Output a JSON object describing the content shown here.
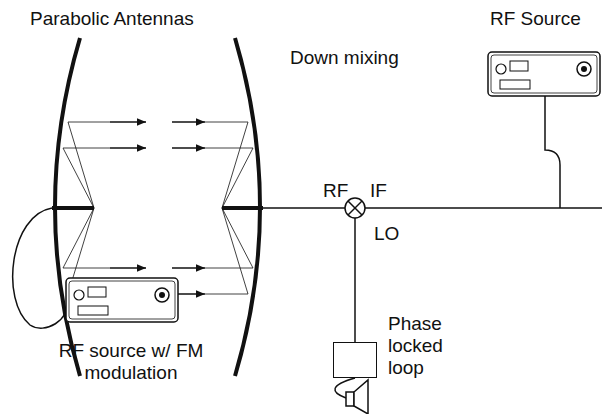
{
  "diagram": {
    "nodes": [
      {
        "text": [
          "Phase locked loop"
        ]
      }
    ],
    "labels": [
      "Parabolic Antennas",
      "RF Source",
      "Down mixing",
      "RF",
      "IF",
      "LO",
      "RF source w/ FM modulation"
    ]
  }
}
